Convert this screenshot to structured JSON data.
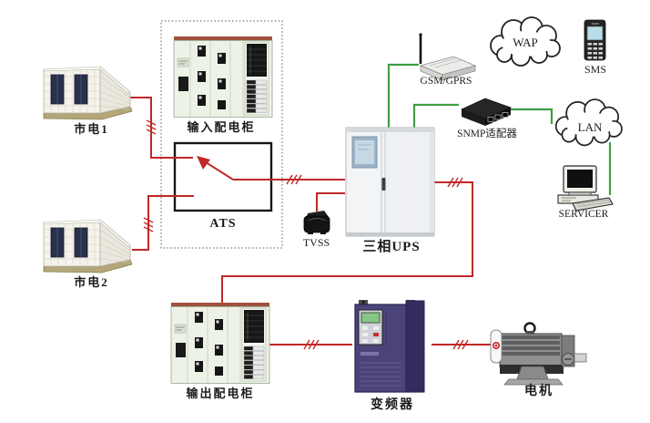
{
  "diagram": {
    "kind": "ups-power-and-monitoring-topology",
    "nodes": {
      "utility1": {
        "label": "市电1"
      },
      "utility2": {
        "label": "市电2"
      },
      "input_cabinet": {
        "label": "输入配电柜"
      },
      "ats": {
        "label": "ATS"
      },
      "tvss": {
        "label": "TVSS"
      },
      "ups": {
        "label": "三相UPS"
      },
      "gsm": {
        "label": "GSM/GPRS"
      },
      "wap": {
        "label": "WAP"
      },
      "sms": {
        "label": "SMS"
      },
      "snmp": {
        "label": "SNMP适配器"
      },
      "lan": {
        "label": "LAN"
      },
      "server": {
        "label": "SERVICER"
      },
      "output_cabinet": {
        "label": "输出配电柜"
      },
      "vfd": {
        "label": "变频器"
      },
      "motor": {
        "label": "电机"
      }
    },
    "edges": [
      {
        "from": "utility1",
        "to": "ats",
        "type": "power"
      },
      {
        "from": "utility2",
        "to": "ats",
        "type": "power"
      },
      {
        "from": "ats",
        "to": "ups",
        "type": "power"
      },
      {
        "from": "tvss",
        "to": "ups",
        "type": "power"
      },
      {
        "from": "ups",
        "to": "output_cabinet",
        "type": "power"
      },
      {
        "from": "output_cabinet",
        "to": "vfd",
        "type": "power"
      },
      {
        "from": "vfd",
        "to": "motor",
        "type": "power"
      },
      {
        "from": "ups",
        "to": "gsm",
        "type": "comm"
      },
      {
        "from": "ups",
        "to": "snmp",
        "type": "comm"
      },
      {
        "from": "snmp",
        "to": "lan",
        "type": "comm"
      },
      {
        "from": "lan",
        "to": "server",
        "type": "comm"
      }
    ],
    "colors": {
      "power_line": "#c02828",
      "comm_line": "#3f9e44",
      "ats_border": "#161616",
      "dotted_border": "#777777"
    }
  }
}
